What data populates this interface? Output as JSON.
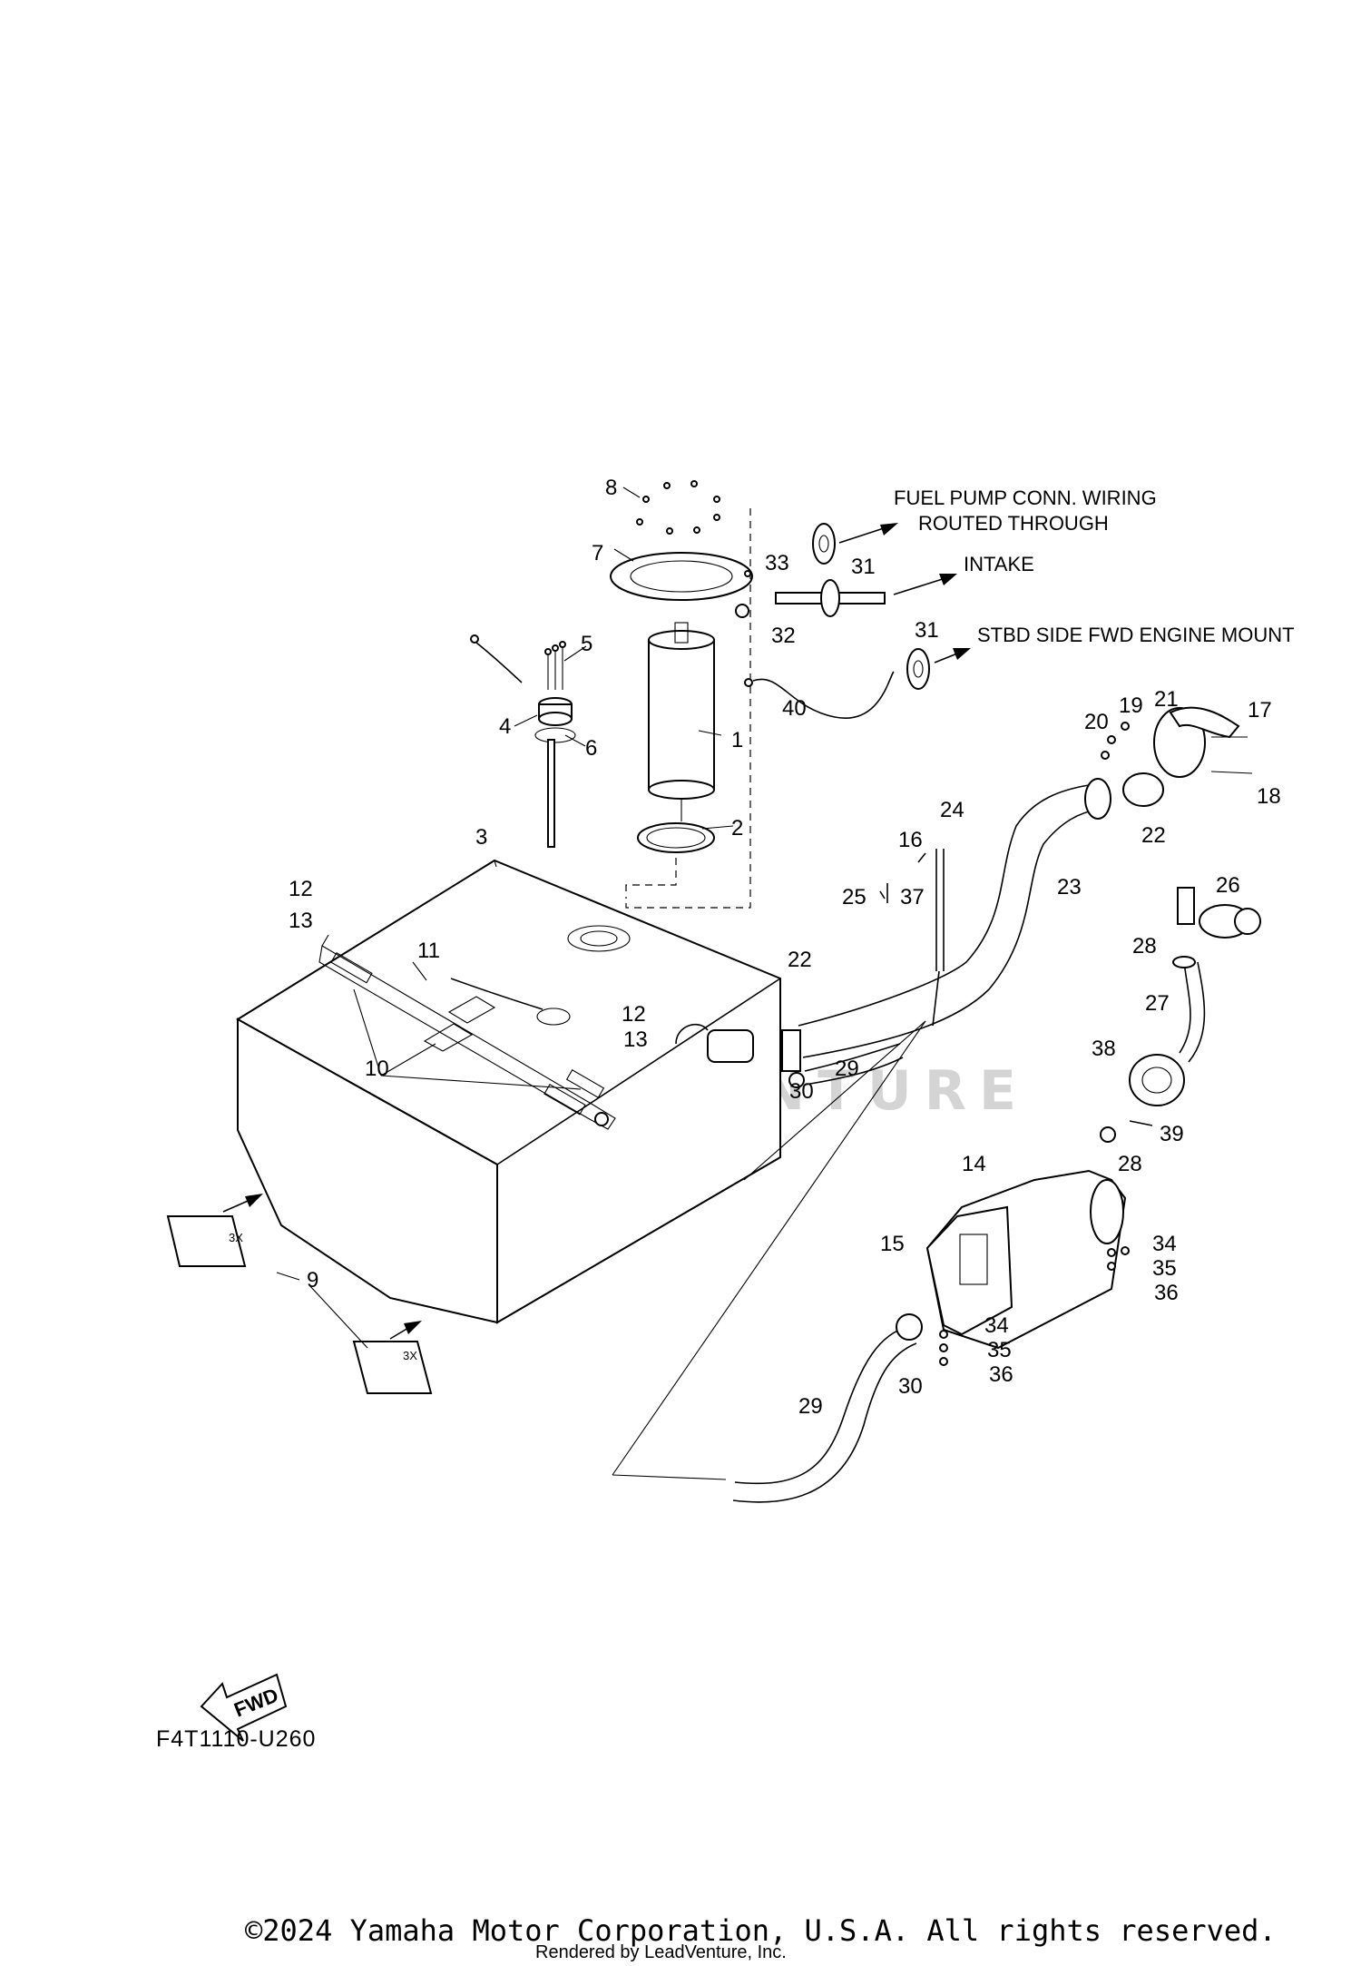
{
  "callouts": {
    "c1": "1",
    "c2": "2",
    "c3": "3",
    "c4": "4",
    "c5": "5",
    "c6": "6",
    "c7": "7",
    "c8": "8",
    "c9": "9",
    "c10": "10",
    "c11": "11",
    "c12a": "12",
    "c12b": "12",
    "c13a": "13",
    "c13b": "13",
    "c14": "14",
    "c15": "15",
    "c16": "16",
    "c17": "17",
    "c18": "18",
    "c19": "19",
    "c20": "20",
    "c21": "21",
    "c22a": "22",
    "c22b": "22",
    "c23": "23",
    "c24": "24",
    "c25": "25",
    "c26": "26",
    "c27": "27",
    "c28a": "28",
    "c28b": "28",
    "c29a": "29",
    "c29b": "29",
    "c30a": "30",
    "c30b": "30",
    "c31a": "31",
    "c31b": "31",
    "c32": "32",
    "c33": "33",
    "c34a": "34",
    "c34b": "34",
    "c35a": "35",
    "c35b": "35",
    "c36a": "36",
    "c36b": "36",
    "c37": "37",
    "c38": "38",
    "c39": "39",
    "c40": "40"
  },
  "notes": {
    "wiring_line1": "FUEL PUMP CONN. WIRING",
    "wiring_line2": "ROUTED THROUGH",
    "intake": "INTAKE",
    "engine_mount": "STBD SIDE FWD ENGINE MOUNT",
    "qty_3x_a": "3X",
    "qty_3x_b": "3X"
  },
  "fwd_label": "FWD",
  "diagram_code": "F4T1110-U260",
  "watermark": "LEADVENTURE",
  "copyright": "©2024 Yamaha Motor Corporation, U.S.A. All rights reserved.",
  "rendered_by": "Rendered by LeadVenture, Inc."
}
